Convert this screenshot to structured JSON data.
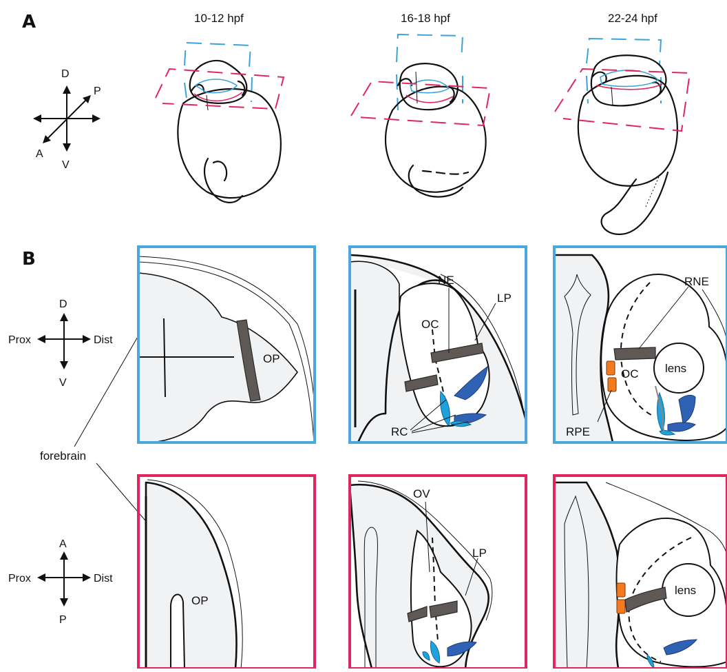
{
  "panels": {
    "a": {
      "letter": "A"
    },
    "b": {
      "letter": "B"
    }
  },
  "stages": [
    "10-12 hpf",
    "16-18 hpf",
    "22-24 hpf"
  ],
  "axes_a": {
    "dorsal": "D",
    "ventral": "V",
    "anterior": "A",
    "posterior": "P"
  },
  "axes_b_top": {
    "up": "D",
    "down": "V",
    "left": "Prox",
    "right": "Dist"
  },
  "axes_b_bottom": {
    "up": "A",
    "down": "P",
    "left": "Prox",
    "right": "Dist"
  },
  "labels": {
    "forebrain": "forebrain",
    "op_top": "OP",
    "op_bottom": "OP",
    "ne": "NE",
    "oc_mid": "OC",
    "lp_top": "LP",
    "rc": "RC",
    "rne": "RNE",
    "lens_top": "lens",
    "oc_right": "OC",
    "rpe": "RPE",
    "ov": "OV",
    "lp_bottom": "LP",
    "lens_bottom": "lens"
  },
  "colors": {
    "transverse_frame": "#4aa8de",
    "horizontal_frame": "#e0255f",
    "neuroepithelium": "#5e5856",
    "rpe": "#f47a20",
    "rim_dark": "#2f62b5",
    "rim_light": "#1fa2dc"
  }
}
